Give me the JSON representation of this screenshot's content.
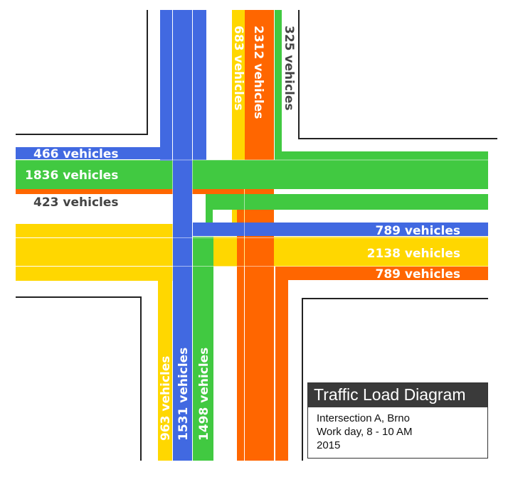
{
  "colors": {
    "blue": "#4169e1",
    "green": "#41c941",
    "orange": "#ff6600",
    "yellow": "#ffd700",
    "road": "#222222",
    "dark_label": "#444444",
    "light_label": "#ffffff"
  },
  "legend": {
    "title": "Traffic Load Diagram",
    "lines": [
      "Intersection A, Brno",
      "Work day, 8 - 10 AM",
      "2015"
    ]
  },
  "flows": {
    "west_466": "466 vehicles",
    "west_1836": "1836 vehicles",
    "west_423": "423 vehicles",
    "east_789_top": "789 vehicles",
    "east_2138": "2138 vehicles",
    "east_789_bottom": "789 vehicles",
    "north_683": "683 vehicles",
    "north_2312": "2312 vehicles",
    "north_325": "325 vehicles",
    "south_963": "963 vehicles",
    "south_1531": "1531 vehicles",
    "south_1498": "1498 vehicles"
  }
}
